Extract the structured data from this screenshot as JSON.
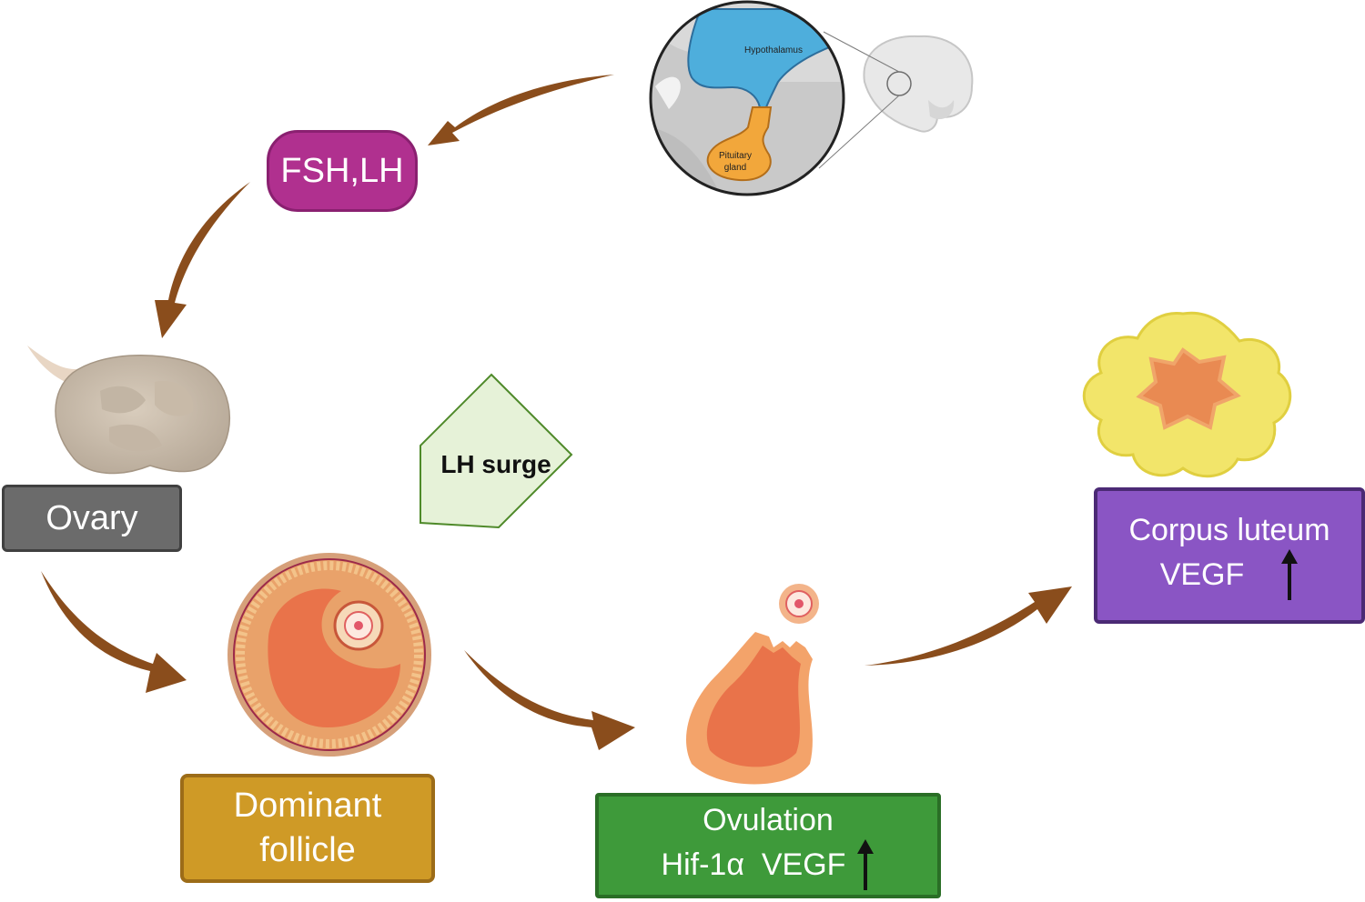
{
  "nodes": {
    "fsh_lh": "FSH,LH",
    "ovary": "Ovary",
    "lh_surge": "LH surge",
    "dominant_follicle": [
      "Dominant",
      "follicle"
    ],
    "ovulation": [
      "Ovulation",
      "Hif-1α  VEGF"
    ],
    "corpus_luteum": [
      "Corpus luteum",
      "VEGF"
    ]
  },
  "brain_inset": {
    "hypothalamus": "Hypothalamus",
    "pituitary": [
      "Pituitary",
      "gland"
    ]
  },
  "colors": {
    "arrow": "#8a4d1c",
    "fsh_lh": "#b0308f",
    "ovary": "#6b6b6b",
    "dominant_follicle": "#cf9a26",
    "ovulation": "#3e9a3a",
    "corpus_luteum": "#8a55c4",
    "lh_surge_fill": "#e6f2d8",
    "lh_surge_border": "#4f8a2a"
  },
  "icons": [
    "brain-icon",
    "ovary-icon",
    "follicle-icon",
    "ovulation-icon",
    "corpus-luteum-icon",
    "up-arrow-icon"
  ]
}
